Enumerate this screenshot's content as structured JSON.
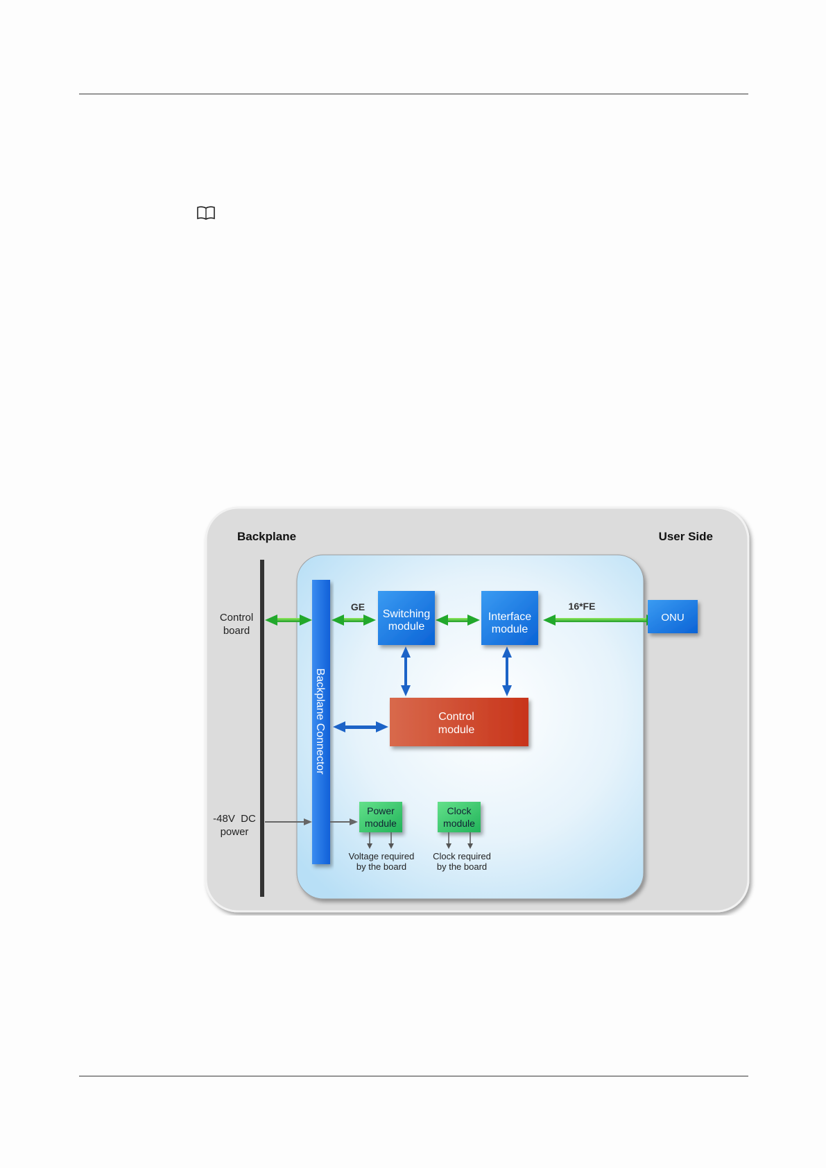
{
  "page": {
    "note_icon": "open-book-icon"
  },
  "diagram": {
    "backplane_title": "Backplane",
    "user_side_title": "User Side",
    "control_board": [
      "Control",
      "board"
    ],
    "dc_power": [
      "-48V  DC",
      "power"
    ],
    "backplane_connector": "Backplane Connector",
    "ge_label": "GE",
    "fe_label": "16*FE",
    "switching_module": [
      "Switching",
      "module"
    ],
    "interface_module": [
      "Interface",
      "module"
    ],
    "control_module": [
      "Control",
      "module"
    ],
    "onu": "ONU",
    "power_module": [
      "Power",
      "module"
    ],
    "clock_module": [
      "Clock",
      "module"
    ],
    "voltage_note": [
      "Voltage required",
      "by the board"
    ],
    "clock_note": [
      "Clock required",
      "by the board"
    ],
    "colors": {
      "blue_module": "#1f7fe6",
      "control_module": "#cc4a2a",
      "green_module": "#3cc86a",
      "green_link": "#2db82d",
      "blue_link": "#1c63c7",
      "panel": "#dedede"
    }
  }
}
